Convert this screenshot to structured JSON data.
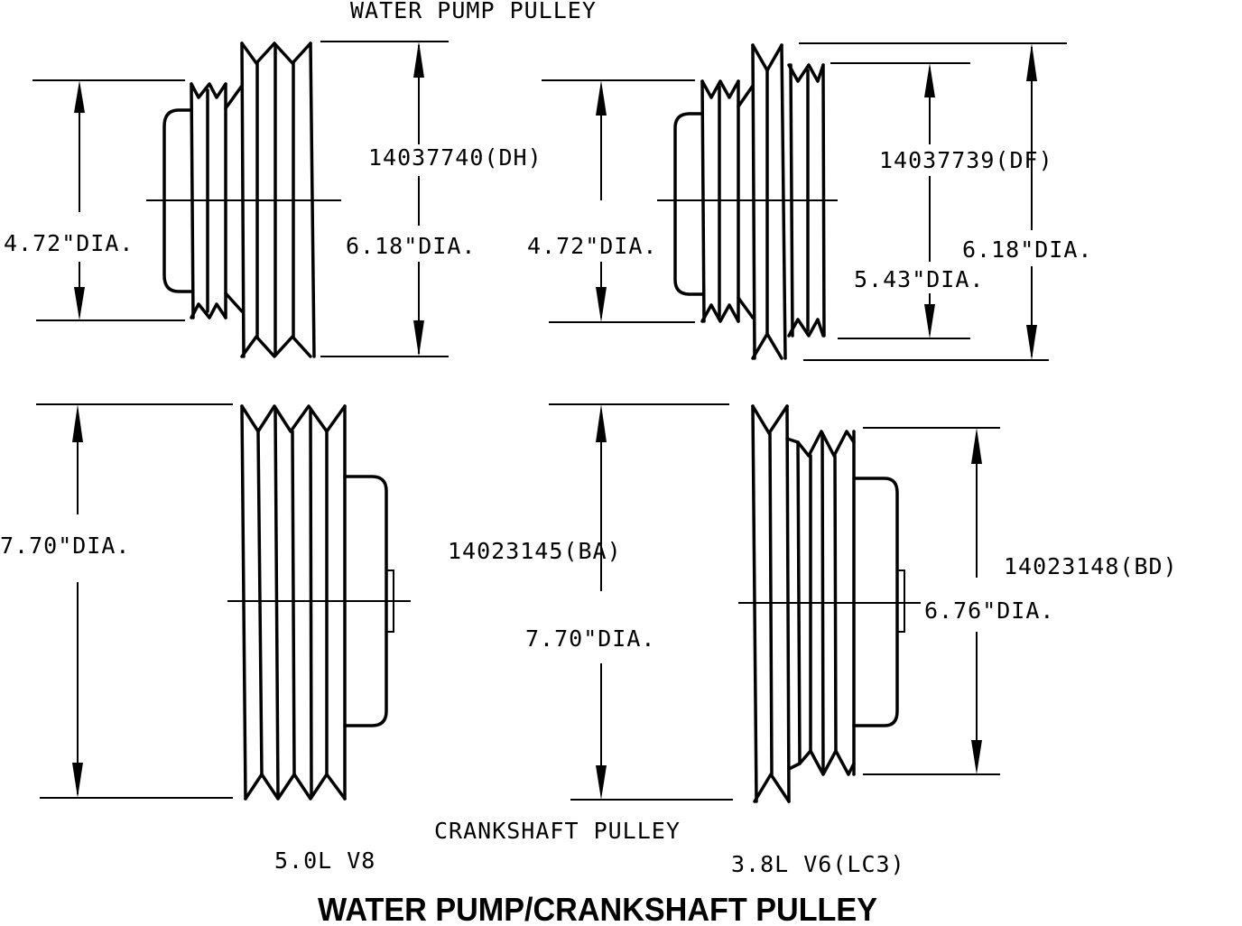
{
  "header": {
    "water_pump_label": "WATER PUMP PULLEY"
  },
  "pulleys": {
    "wp_v8": {
      "part": "14037740(DH)",
      "small_dia": "4.72\"DIA.",
      "large_dia": "6.18\"DIA."
    },
    "wp_v6": {
      "part": "14037739(DF)",
      "small_dia": "4.72\"DIA.",
      "mid_dia": "5.43\"DIA.",
      "large_dia": "6.18\"DIA."
    },
    "cs_v8": {
      "part": "14023145(BA)",
      "dia_left": "7.70\"DIA.",
      "dia_mid": "7.70\"DIA."
    },
    "cs_v6": {
      "part": "14023148(BD)",
      "dia": "6.76\"DIA."
    }
  },
  "footer": {
    "crank_label": "CRANKSHAFT PULLEY",
    "engine_v8": "5.0L V8",
    "engine_v6": "3.8L V6(LC3)",
    "title": "WATER PUMP/CRANKSHAFT PULLEY"
  }
}
